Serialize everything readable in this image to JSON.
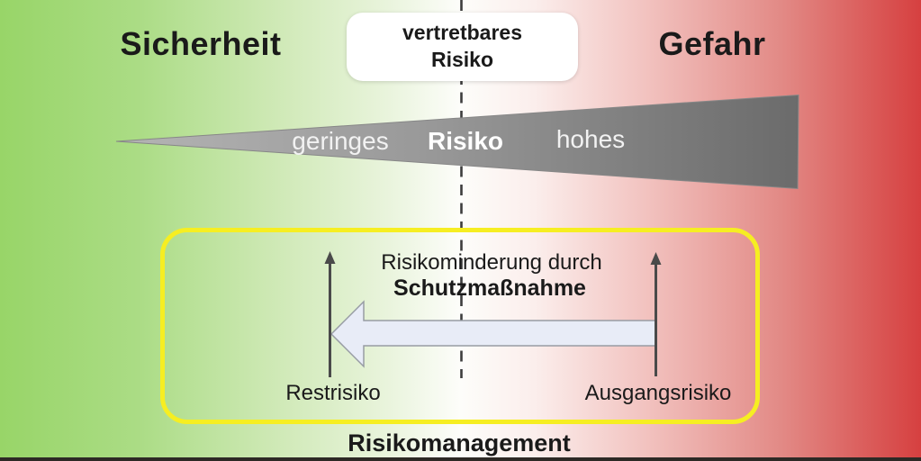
{
  "zones": {
    "left": "Sicherheit",
    "right": "Gefahr"
  },
  "acceptable_risk": {
    "line1": "vertretbares",
    "line2": "Risiko"
  },
  "risk_scale": {
    "low": "geringes",
    "label": "Risiko",
    "high": "hohes"
  },
  "management_box": {
    "measure_line1": "Risikominderung durch",
    "measure_line2": "Schutzmaßnahme",
    "residual_risk": "Restrisiko",
    "initial_risk": "Ausgangsrisiko"
  },
  "caption": "Risikomanagement",
  "colors": {
    "safety_green": "#98d568",
    "danger_red": "#d64040",
    "box_border_yellow": "#f6ee22",
    "wedge_gray_light": "#b2b2b2",
    "wedge_gray_dark": "#6b6b6b",
    "big_arrow_fill": "#e8ecf7",
    "vertical_arrow_gray": "#4a4a4a",
    "dashed_line_gray": "#3d3d3d"
  }
}
